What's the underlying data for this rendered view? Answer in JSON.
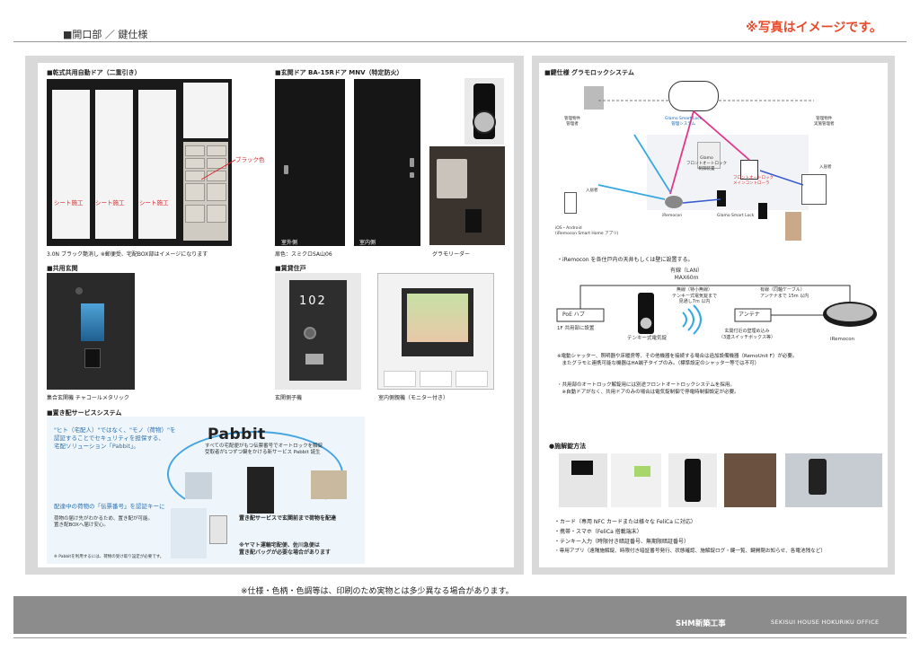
{
  "header": {
    "title": "■開口部 ／ 鍵仕様",
    "note": "※写真はイメージです。"
  },
  "left": {
    "auto_door": {
      "heading": "■乾式共用自動ドア（二重引き）",
      "sheet_labels": [
        "シート施工",
        "シート施工",
        "シート施工"
      ],
      "callout": "ブラック色",
      "caption": "3.0N ブラック艶消し ※郵便受、宅配BOX部はイメージになります"
    },
    "entrance_door": {
      "heading": "■玄関ドア BA-15Rドア MNV（特定防火）",
      "outside_label": "室外側",
      "inside_label": "室内側",
      "color_caption": "扉色：スミクロSA山06",
      "reader_caption": "グラモリーダー"
    },
    "common_entrance": {
      "heading": "■共用玄関",
      "caption": "集合玄関機 チャコールメタリック"
    },
    "unit_entrance": {
      "heading": "■賃貸住戸",
      "room_number": "102",
      "caption1": "玄関側子機",
      "caption2": "室内側親機（モニター付き）"
    },
    "delivery": {
      "heading": "■置き配サービスシステム",
      "brand": "Pabbit",
      "intro": "\"ヒト（宅配人）\"ではなく、\"モノ（荷物）\"を\n認証することでセキュリティを担保する、\n宅配ソリューション「Pabbit」。",
      "desc": "すべての宅配便がもつ伝票番号でオートロックを解錠\n受取者が1つずつ鍵をかける新サービス Pabbit 誕生",
      "sub": "配達中の荷物の「伝票番号」を認証キーに",
      "body": "荷物の届け先がわかるため、置き配が可能。\n置き配BOXへ届け安心。",
      "caption": "置き配サービスで玄関前まで荷物を配達",
      "note": "※ヤマト運輸宅配便、佐川急便は\n置き配バッグが必要な場合があります",
      "footnote": "※ Pabbitを利用するには、荷物の受け取り設定が必要です。"
    }
  },
  "right": {
    "heading": "■鍵仕様 グラモロックシステム",
    "diagram": {
      "cloud": "Glamo Smart Lock\n管理システム",
      "frontdoor": "Glamo\nフロントオートロック\n制御装置",
      "remocon": "iRemocon",
      "smartlock": "Glamo Smart Lock",
      "resident": "入居者",
      "manager1": "管理物件\n管理者",
      "manager2": "管理物件\n実施管理者",
      "red_note": "フロントオートロック\nメインコントローラ",
      "wifi_note": "iOS・Android\n(iRemocon Smart Home アプリ)"
    },
    "notes": {
      "remocon_note": "・iRemocon を各住戸内の天井もしくは壁に設置する。",
      "lan": "有線（LAN）\nMAX60m",
      "wireless": "無線（特小無線）\nテンキー式電気錠まで\n見通し7m 以内",
      "cable": "有線（同軸ケーブル）\nアンテナまで 15m 以内",
      "poe": "PoE ハブ",
      "poe_loc": "1F 共用部に設置",
      "keypad": "テンキー式電気錠",
      "antenna": "アンテナ",
      "antenna_loc": "玄関付近の壁埋め込み\n（3連スイッチボックス等）",
      "remocon_label": "iRemocon",
      "note1": "※電動シャッター、照明器や床暖房等、その他機器を接続する場合は追加設備機器（RemoUnit F）が必要。\n　またグラモと連携可能な機器はHA端子タイプのみ。（標準設定のシャッター等では不可）",
      "note2": "・共用部のオートロック解錠用には別途フロントオートロックシステムを採用。\n　※自動ドアがなく、共用ドアのみの場合は電気錠制御で停電時制御設定が必要。"
    },
    "unlock": {
      "heading": "●施解錠方法",
      "methods": [
        "・カード（専用 NFC カードまたは様々な FeliCa に対応）",
        "・携帯・スマホ（FeliCa 搭載端末）",
        "・テンキー入力（時限付き暗証番号、無期限暗証番号）",
        "・専用アプリ（遠隔施解錠、時限付き暗証番号発行、状態確認、施解錠ログ・鍵一覧、鍵開閉お知らせ、各電池残など）"
      ]
    }
  },
  "footer": {
    "note": "※仕様・色柄・色調等は、印刷のため実物とは多少異なる場合があります。",
    "brand": "SHM新築工事",
    "company": "SEKISUI HOUSE HOKURIKU OFFICE"
  }
}
